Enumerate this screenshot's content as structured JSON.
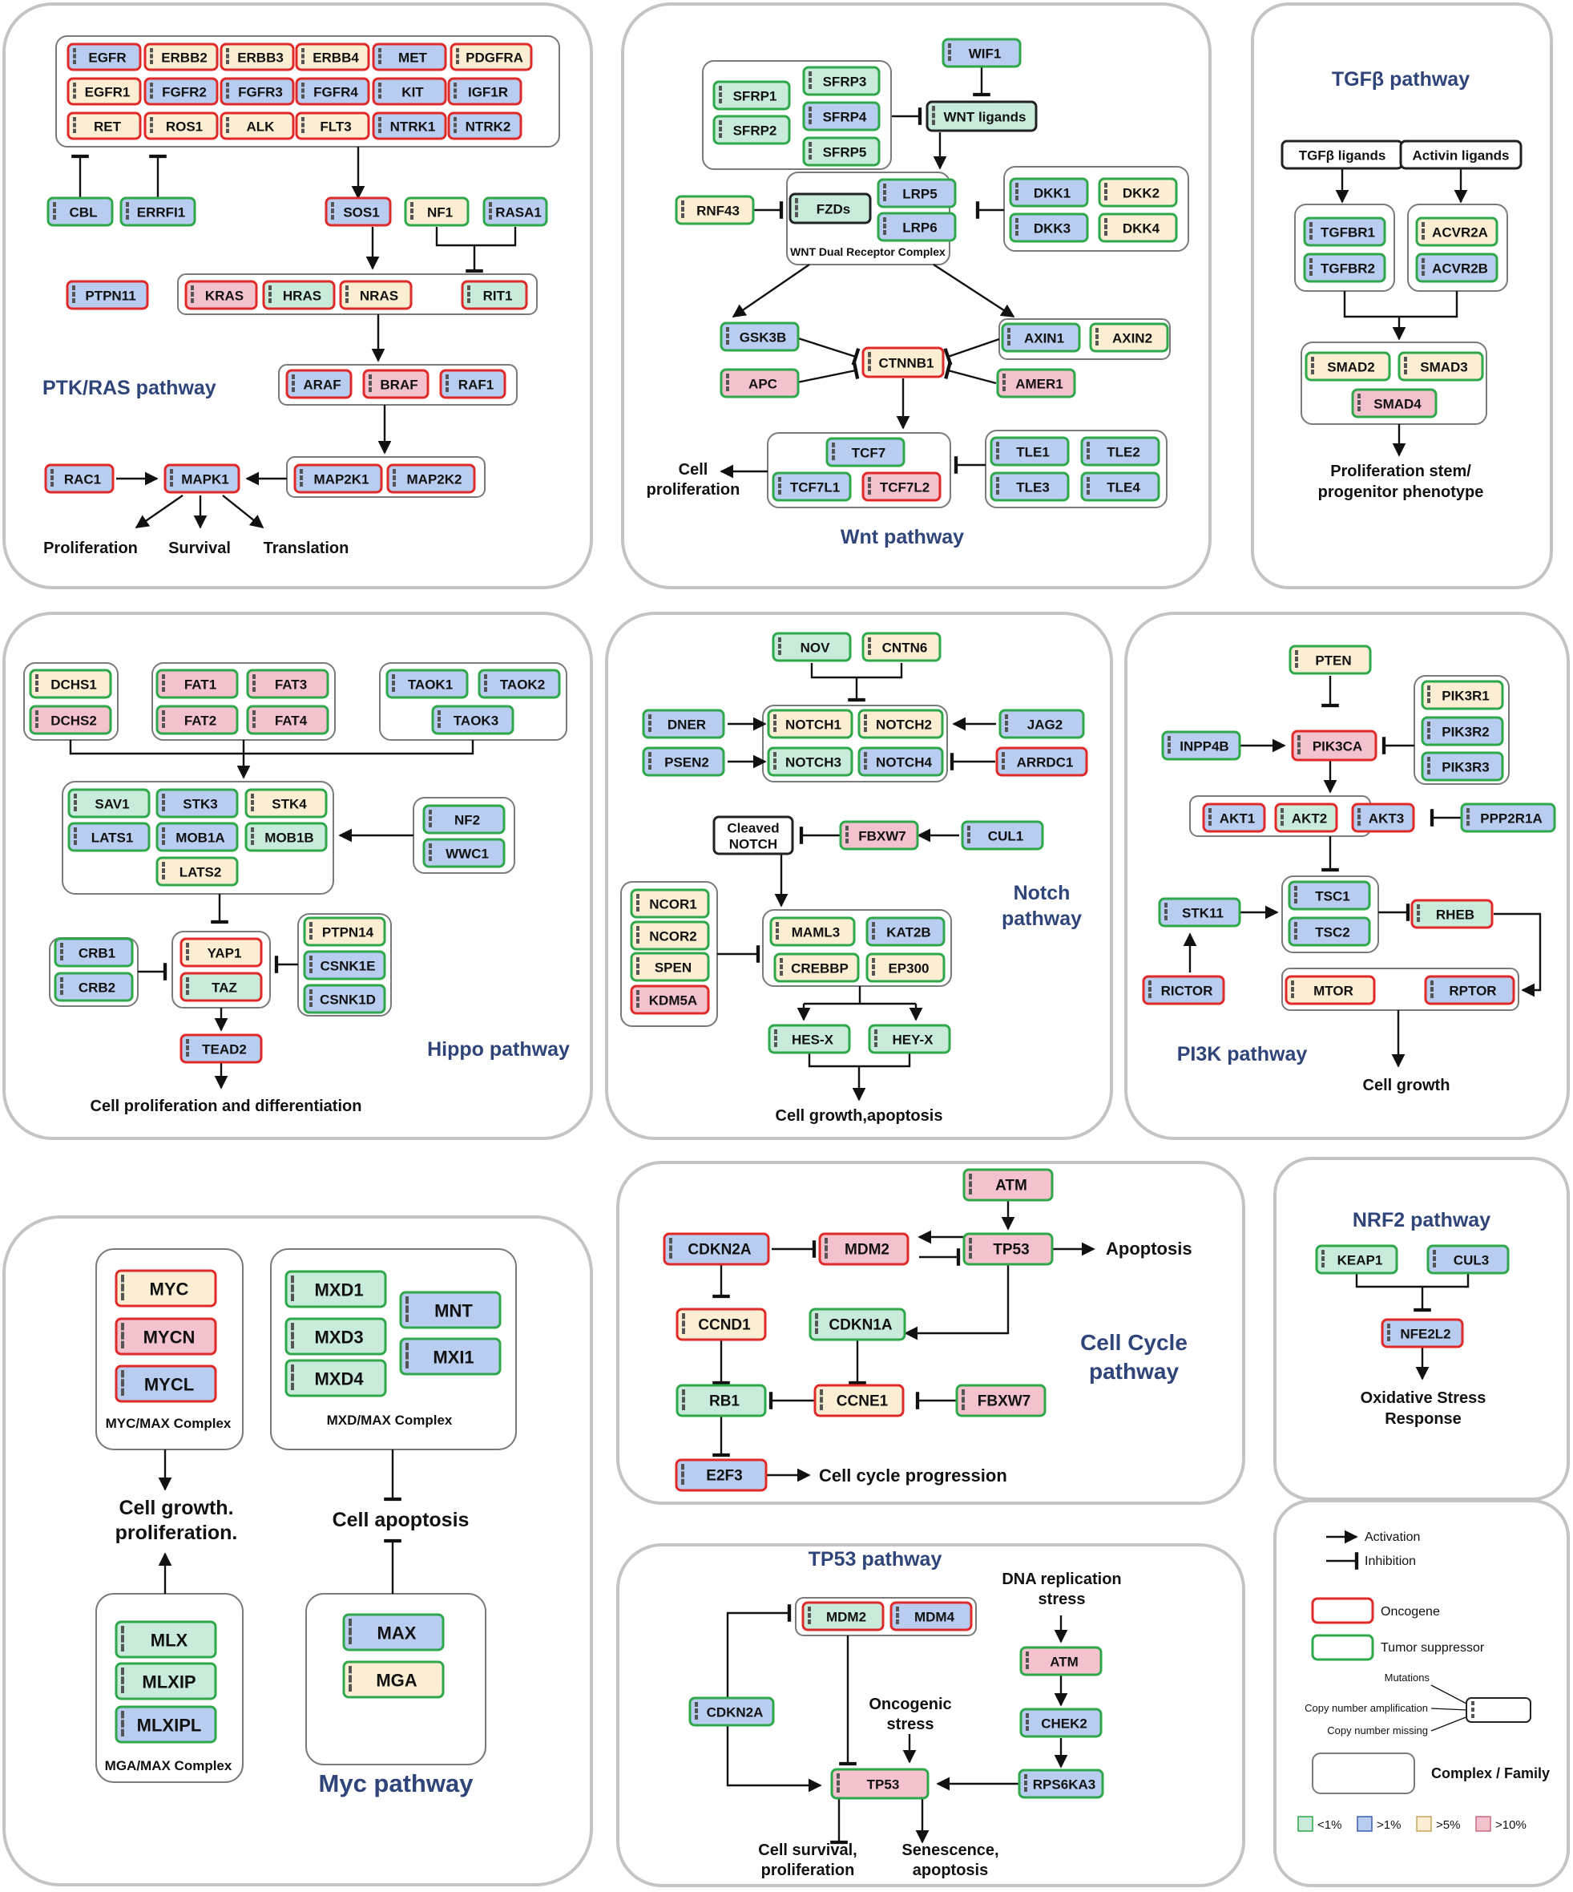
{
  "colors": {
    "oncogene_border": "#e02a2a",
    "suppressor_border": "#2ea84a",
    "neutral_border": "#222222",
    "lt1": "#c8ecd9",
    "gt1": "#b9cdf0",
    "gt5": "#fbeed3",
    "gt10": "#f3c2cd",
    "white": "#ffffff",
    "panel_title": "#2f4478"
  },
  "panels": {
    "ptk": {
      "title": "PTK/RAS pathway",
      "outputs": [
        "Proliferation",
        "Survival",
        "Translation"
      ]
    },
    "wnt": {
      "title": "Wnt pathway",
      "complex_label": "WNT Dual Receptor Complex",
      "output": [
        "Cell",
        "proliferation"
      ]
    },
    "tgfb": {
      "title": "TGFβ pathway",
      "output": [
        "Proliferation stem/",
        "progenitor phenotype"
      ]
    },
    "hippo": {
      "title": "Hippo pathway",
      "output": "Cell proliferation and differentiation"
    },
    "notch": {
      "title": [
        "Notch",
        "pathway"
      ],
      "output": "Cell growth,apoptosis"
    },
    "pi3k": {
      "title": "PI3K pathway",
      "output": "Cell growth"
    },
    "myc": {
      "title": "Myc pathway",
      "complex_labels": [
        "MYC/MAX Complex",
        "MXD/MAX Complex",
        "MGA/MAX Complex"
      ],
      "outputs": [
        "Cell growth.",
        "proliferation.",
        "Cell apoptosis"
      ]
    },
    "cellcycle": {
      "title": [
        "Cell Cycle",
        "pathway"
      ],
      "outputs": [
        "Apoptosis",
        "Cell cycle progression"
      ]
    },
    "nrf2": {
      "title": "NRF2 pathway",
      "output": [
        "Oxidative Stress",
        "Response"
      ]
    },
    "tp53": {
      "title": "TP53 pathway",
      "labels": [
        "DNA replication",
        "stress",
        "Oncogenic",
        "stress",
        "Cell survival,",
        "proliferation",
        "Senescence,",
        "apoptosis"
      ]
    }
  },
  "genes": [
    {
      "id": "EGFR",
      "label": "EGFR",
      "kind": "onco",
      "freq": "gt1"
    },
    {
      "id": "ERBB2",
      "label": "ERBB2",
      "kind": "onco",
      "freq": "gt5"
    },
    {
      "id": "ERBB3",
      "label": "ERBB3",
      "kind": "onco",
      "freq": "gt5"
    },
    {
      "id": "ERBB4",
      "label": "ERBB4",
      "kind": "onco",
      "freq": "gt5"
    },
    {
      "id": "MET",
      "label": "MET",
      "kind": "onco",
      "freq": "gt1"
    },
    {
      "id": "PDGFRA",
      "label": "PDGFRA",
      "kind": "onco",
      "freq": "gt5"
    },
    {
      "id": "EGFR1",
      "label": "EGFR1",
      "kind": "onco",
      "freq": "gt5"
    },
    {
      "id": "FGFR2",
      "label": "FGFR2",
      "kind": "onco",
      "freq": "gt1"
    },
    {
      "id": "FGFR3",
      "label": "FGFR3",
      "kind": "onco",
      "freq": "gt1"
    },
    {
      "id": "FGFR4",
      "label": "FGFR4",
      "kind": "onco",
      "freq": "gt1"
    },
    {
      "id": "KIT",
      "label": "KIT",
      "kind": "onco",
      "freq": "gt1"
    },
    {
      "id": "IGF1R",
      "label": "IGF1R",
      "kind": "onco",
      "freq": "gt1"
    },
    {
      "id": "RET",
      "label": "RET",
      "kind": "onco",
      "freq": "gt5"
    },
    {
      "id": "ROS1",
      "label": "ROS1",
      "kind": "onco",
      "freq": "gt5"
    },
    {
      "id": "ALK",
      "label": "ALK",
      "kind": "onco",
      "freq": "gt5"
    },
    {
      "id": "FLT3",
      "label": "FLT3",
      "kind": "onco",
      "freq": "gt5"
    },
    {
      "id": "NTRK1",
      "label": "NTRK1",
      "kind": "onco",
      "freq": "gt1"
    },
    {
      "id": "NTRK2",
      "label": "NTRK2",
      "kind": "onco",
      "freq": "gt1"
    },
    {
      "id": "CBL",
      "label": "CBL",
      "kind": "supp",
      "freq": "gt1"
    },
    {
      "id": "ERRFI1",
      "label": "ERRFI1",
      "kind": "supp",
      "freq": "gt1"
    },
    {
      "id": "SOS1",
      "label": "SOS1",
      "kind": "onco",
      "freq": "gt1"
    },
    {
      "id": "NF1",
      "label": "NF1",
      "kind": "supp",
      "freq": "gt5"
    },
    {
      "id": "RASA1",
      "label": "RASA1",
      "kind": "supp",
      "freq": "gt1"
    },
    {
      "id": "PTPN11",
      "label": "PTPN11",
      "kind": "onco",
      "freq": "gt1"
    },
    {
      "id": "KRAS",
      "label": "KRAS",
      "kind": "onco",
      "freq": "gt10"
    },
    {
      "id": "HRAS",
      "label": "HRAS",
      "kind": "onco",
      "freq": "lt1"
    },
    {
      "id": "NRAS",
      "label": "NRAS",
      "kind": "onco",
      "freq": "gt5"
    },
    {
      "id": "RIT1",
      "label": "RIT1",
      "kind": "onco",
      "freq": "lt1"
    },
    {
      "id": "ARAF",
      "label": "ARAF",
      "kind": "onco",
      "freq": "gt1"
    },
    {
      "id": "BRAF",
      "label": "BRAF",
      "kind": "onco",
      "freq": "gt10"
    },
    {
      "id": "RAF1",
      "label": "RAF1",
      "kind": "onco",
      "freq": "gt1"
    },
    {
      "id": "RAC1",
      "label": "RAC1",
      "kind": "onco",
      "freq": "gt1"
    },
    {
      "id": "MAPK1",
      "label": "MAPK1",
      "kind": "onco",
      "freq": "gt1"
    },
    {
      "id": "MAP2K1",
      "label": "MAP2K1",
      "kind": "onco",
      "freq": "gt1"
    },
    {
      "id": "MAP2K2",
      "label": "MAP2K2",
      "kind": "onco",
      "freq": "gt1"
    },
    {
      "id": "WIF1",
      "label": "WIF1",
      "kind": "supp",
      "freq": "gt1"
    },
    {
      "id": "SFRP1",
      "label": "SFRP1",
      "kind": "supp",
      "freq": "lt1"
    },
    {
      "id": "SFRP2",
      "label": "SFRP2",
      "kind": "supp",
      "freq": "lt1"
    },
    {
      "id": "SFRP3",
      "label": "SFRP3",
      "kind": "supp",
      "freq": "lt1"
    },
    {
      "id": "SFRP4",
      "label": "SFRP4",
      "kind": "supp",
      "freq": "gt1"
    },
    {
      "id": "SFRP5",
      "label": "SFRP5",
      "kind": "supp",
      "freq": "lt1"
    },
    {
      "id": "WNTL",
      "label": "WNT ligands",
      "kind": "neutral",
      "freq": "lt1"
    },
    {
      "id": "RNF43",
      "label": "RNF43",
      "kind": "supp",
      "freq": "gt5"
    },
    {
      "id": "FZDs",
      "label": "FZDs",
      "kind": "neutral",
      "freq": "lt1"
    },
    {
      "id": "LRP5",
      "label": "LRP5",
      "kind": "supp",
      "freq": "gt1"
    },
    {
      "id": "LRP6",
      "label": "LRP6",
      "kind": "supp",
      "freq": "gt1"
    },
    {
      "id": "DKK1",
      "label": "DKK1",
      "kind": "supp",
      "freq": "gt1"
    },
    {
      "id": "DKK2",
      "label": "DKK2",
      "kind": "supp",
      "freq": "gt5"
    },
    {
      "id": "DKK3",
      "label": "DKK3",
      "kind": "supp",
      "freq": "gt1"
    },
    {
      "id": "DKK4",
      "label": "DKK4",
      "kind": "supp",
      "freq": "gt5"
    },
    {
      "id": "GSK3B",
      "label": "GSK3B",
      "kind": "supp",
      "freq": "gt1"
    },
    {
      "id": "APC",
      "label": "APC",
      "kind": "supp",
      "freq": "gt10"
    },
    {
      "id": "CTNNB1",
      "label": "CTNNB1",
      "kind": "onco",
      "freq": "gt5"
    },
    {
      "id": "AXIN1",
      "label": "AXIN1",
      "kind": "supp",
      "freq": "gt1"
    },
    {
      "id": "AXIN2",
      "label": "AXIN2",
      "kind": "supp",
      "freq": "gt5"
    },
    {
      "id": "AMER1",
      "label": "AMER1",
      "kind": "supp",
      "freq": "gt10"
    },
    {
      "id": "TCF7",
      "label": "TCF7",
      "kind": "supp",
      "freq": "gt1"
    },
    {
      "id": "TCF7L1",
      "label": "TCF7L1",
      "kind": "supp",
      "freq": "gt1"
    },
    {
      "id": "TCF7L2",
      "label": "TCF7L2",
      "kind": "onco",
      "freq": "gt10"
    },
    {
      "id": "TLE1",
      "label": "TLE1",
      "kind": "supp",
      "freq": "gt1"
    },
    {
      "id": "TLE2",
      "label": "TLE2",
      "kind": "supp",
      "freq": "gt1"
    },
    {
      "id": "TLE3",
      "label": "TLE3",
      "kind": "supp",
      "freq": "gt1"
    },
    {
      "id": "TLE4",
      "label": "TLE4",
      "kind": "supp",
      "freq": "gt1"
    },
    {
      "id": "TGFBL",
      "label": "TGFβ  ligands",
      "kind": "neutral",
      "freq": "white"
    },
    {
      "id": "ACTL",
      "label": "Activin ligands",
      "kind": "neutral",
      "freq": "white"
    },
    {
      "id": "TGFBR1",
      "label": "TGFBR1",
      "kind": "supp",
      "freq": "gt1"
    },
    {
      "id": "TGFBR2",
      "label": "TGFBR2",
      "kind": "supp",
      "freq": "gt1"
    },
    {
      "id": "ACVR2A",
      "label": "ACVR2A",
      "kind": "supp",
      "freq": "gt5"
    },
    {
      "id": "ACVR2B",
      "label": "ACVR2B",
      "kind": "supp",
      "freq": "gt1"
    },
    {
      "id": "SMAD2",
      "label": "SMAD2",
      "kind": "supp",
      "freq": "gt5"
    },
    {
      "id": "SMAD3",
      "label": "SMAD3",
      "kind": "supp",
      "freq": "gt5"
    },
    {
      "id": "SMAD4",
      "label": "SMAD4",
      "kind": "supp",
      "freq": "gt10"
    },
    {
      "id": "DCHS1",
      "label": "DCHS1",
      "kind": "supp",
      "freq": "gt5"
    },
    {
      "id": "DCHS2",
      "label": "DCHS2",
      "kind": "supp",
      "freq": "gt10"
    },
    {
      "id": "FAT1",
      "label": "FAT1",
      "kind": "supp",
      "freq": "gt10"
    },
    {
      "id": "FAT3",
      "label": "FAT3",
      "kind": "supp",
      "freq": "gt10"
    },
    {
      "id": "FAT2",
      "label": "FAT2",
      "kind": "supp",
      "freq": "gt10"
    },
    {
      "id": "FAT4",
      "label": "FAT4",
      "kind": "supp",
      "freq": "gt10"
    },
    {
      "id": "TAOK1",
      "label": "TAOK1",
      "kind": "supp",
      "freq": "gt1"
    },
    {
      "id": "TAOK2",
      "label": "TAOK2",
      "kind": "supp",
      "freq": "gt1"
    },
    {
      "id": "TAOK3",
      "label": "TAOK3",
      "kind": "supp",
      "freq": "gt1"
    },
    {
      "id": "SAV1",
      "label": "SAV1",
      "kind": "supp",
      "freq": "lt1"
    },
    {
      "id": "STK3",
      "label": "STK3",
      "kind": "supp",
      "freq": "gt1"
    },
    {
      "id": "STK4",
      "label": "STK4",
      "kind": "supp",
      "freq": "gt5"
    },
    {
      "id": "LATS1",
      "label": "LATS1",
      "kind": "supp",
      "freq": "gt1"
    },
    {
      "id": "MOB1A",
      "label": "MOB1A",
      "kind": "supp",
      "freq": "gt1"
    },
    {
      "id": "MOB1B",
      "label": "MOB1B",
      "kind": "supp",
      "freq": "lt1"
    },
    {
      "id": "LATS2",
      "label": "LATS2",
      "kind": "supp",
      "freq": "gt5"
    },
    {
      "id": "NF2",
      "label": "NF2",
      "kind": "supp",
      "freq": "gt1"
    },
    {
      "id": "WWC1",
      "label": "WWC1",
      "kind": "supp",
      "freq": "gt1"
    },
    {
      "id": "CRB1",
      "label": "CRB1",
      "kind": "supp",
      "freq": "gt1"
    },
    {
      "id": "CRB2",
      "label": "CRB2",
      "kind": "supp",
      "freq": "gt1"
    },
    {
      "id": "YAP1",
      "label": "YAP1",
      "kind": "onco",
      "freq": "gt5"
    },
    {
      "id": "TAZ",
      "label": "TAZ",
      "kind": "onco",
      "freq": "lt1"
    },
    {
      "id": "PTPN14",
      "label": "PTPN14",
      "kind": "supp",
      "freq": "gt5"
    },
    {
      "id": "CSNK1E",
      "label": "CSNK1E",
      "kind": "supp",
      "freq": "gt1"
    },
    {
      "id": "CSNK1D",
      "label": "CSNK1D",
      "kind": "supp",
      "freq": "gt1"
    },
    {
      "id": "TEAD2",
      "label": "TEAD2",
      "kind": "onco",
      "freq": "gt1"
    },
    {
      "id": "NOV",
      "label": "NOV",
      "kind": "supp",
      "freq": "lt1"
    },
    {
      "id": "CNTN6",
      "label": "CNTN6",
      "kind": "supp",
      "freq": "gt5"
    },
    {
      "id": "DNER",
      "label": "DNER",
      "kind": "supp",
      "freq": "gt1"
    },
    {
      "id": "PSEN2",
      "label": "PSEN2",
      "kind": "supp",
      "freq": "gt1"
    },
    {
      "id": "NOTCH1",
      "label": "NOTCH1",
      "kind": "supp",
      "freq": "gt5"
    },
    {
      "id": "NOTCH2",
      "label": "NOTCH2",
      "kind": "supp",
      "freq": "gt5"
    },
    {
      "id": "NOTCH3",
      "label": "NOTCH3",
      "kind": "supp",
      "freq": "lt1"
    },
    {
      "id": "NOTCH4",
      "label": "NOTCH4",
      "kind": "supp",
      "freq": "gt1"
    },
    {
      "id": "JAG2",
      "label": "JAG2",
      "kind": "supp",
      "freq": "gt1"
    },
    {
      "id": "ARRDC1",
      "label": "ARRDC1",
      "kind": "onco",
      "freq": "gt1"
    },
    {
      "id": "CLEAVED",
      "label": "Cleaved NOTCH",
      "kind": "neutral",
      "freq": "white"
    },
    {
      "id": "FBXW7n",
      "label": "FBXW7",
      "kind": "supp",
      "freq": "gt10"
    },
    {
      "id": "CUL1",
      "label": "CUL1",
      "kind": "supp",
      "freq": "gt1"
    },
    {
      "id": "NCOR1",
      "label": "NCOR1",
      "kind": "supp",
      "freq": "gt5"
    },
    {
      "id": "NCOR2",
      "label": "NCOR2",
      "kind": "supp",
      "freq": "gt5"
    },
    {
      "id": "SPEN",
      "label": "SPEN",
      "kind": "supp",
      "freq": "gt5"
    },
    {
      "id": "KDM5A",
      "label": "KDM5A",
      "kind": "onco",
      "freq": "gt10"
    },
    {
      "id": "MAML3",
      "label": "MAML3",
      "kind": "supp",
      "freq": "gt5"
    },
    {
      "id": "KAT2B",
      "label": "KAT2B",
      "kind": "supp",
      "freq": "gt1"
    },
    {
      "id": "CREBBP",
      "label": "CREBBP",
      "kind": "supp",
      "freq": "gt5"
    },
    {
      "id": "EP300",
      "label": "EP300",
      "kind": "supp",
      "freq": "gt5"
    },
    {
      "id": "HESX",
      "label": "HES-X",
      "kind": "supp",
      "freq": "lt1"
    },
    {
      "id": "HEYX",
      "label": "HEY-X",
      "kind": "supp",
      "freq": "lt1"
    },
    {
      "id": "PTEN",
      "label": "PTEN",
      "kind": "supp",
      "freq": "gt5"
    },
    {
      "id": "INPP4B",
      "label": "INPP4B",
      "kind": "supp",
      "freq": "gt1"
    },
    {
      "id": "PIK3CA",
      "label": "PIK3CA",
      "kind": "onco",
      "freq": "gt10"
    },
    {
      "id": "PIK3R1",
      "label": "PIK3R1",
      "kind": "supp",
      "freq": "gt5"
    },
    {
      "id": "PIK3R2",
      "label": "PIK3R2",
      "kind": "supp",
      "freq": "gt1"
    },
    {
      "id": "PIK3R3",
      "label": "PIK3R3",
      "kind": "supp",
      "freq": "gt1"
    },
    {
      "id": "AKT1",
      "label": "AKT1",
      "kind": "onco",
      "freq": "gt1"
    },
    {
      "id": "AKT2",
      "label": "AKT2",
      "kind": "onco",
      "freq": "lt1"
    },
    {
      "id": "AKT3",
      "label": "AKT3",
      "kind": "onco",
      "freq": "gt1"
    },
    {
      "id": "PPP2R1A",
      "label": "PPP2R1A",
      "kind": "supp",
      "freq": "gt1"
    },
    {
      "id": "STK11",
      "label": "STK11",
      "kind": "supp",
      "freq": "gt1"
    },
    {
      "id": "TSC1",
      "label": "TSC1",
      "kind": "supp",
      "freq": "gt1"
    },
    {
      "id": "TSC2",
      "label": "TSC2",
      "kind": "supp",
      "freq": "gt1"
    },
    {
      "id": "RHEB",
      "label": "RHEB",
      "kind": "onco",
      "freq": "lt1"
    },
    {
      "id": "RICTOR",
      "label": "RICTOR",
      "kind": "onco",
      "freq": "gt1"
    },
    {
      "id": "MTOR",
      "label": "MTOR",
      "kind": "onco",
      "freq": "gt5"
    },
    {
      "id": "RPTOR",
      "label": "RPTOR",
      "kind": "onco",
      "freq": "gt1"
    },
    {
      "id": "MYC",
      "label": "MYC",
      "kind": "onco",
      "freq": "gt5"
    },
    {
      "id": "MYCN",
      "label": "MYCN",
      "kind": "onco",
      "freq": "gt10"
    },
    {
      "id": "MYCL",
      "label": "MYCL",
      "kind": "onco",
      "freq": "gt1"
    },
    {
      "id": "MXD1",
      "label": "MXD1",
      "kind": "supp",
      "freq": "lt1"
    },
    {
      "id": "MXD3",
      "label": "MXD3",
      "kind": "supp",
      "freq": "lt1"
    },
    {
      "id": "MXD4",
      "label": "MXD4",
      "kind": "supp",
      "freq": "lt1"
    },
    {
      "id": "MNT",
      "label": "MNT",
      "kind": "supp",
      "freq": "gt1"
    },
    {
      "id": "MXI1",
      "label": "MXI1",
      "kind": "supp",
      "freq": "gt1"
    },
    {
      "id": "MLX",
      "label": "MLX",
      "kind": "supp",
      "freq": "lt1"
    },
    {
      "id": "MLXIP",
      "label": "MLXIP",
      "kind": "supp",
      "freq": "lt1"
    },
    {
      "id": "MLXIPL",
      "label": "MLXIPL",
      "kind": "supp",
      "freq": "gt1"
    },
    {
      "id": "MAX",
      "label": "MAX",
      "kind": "supp",
      "freq": "gt1"
    },
    {
      "id": "MGA",
      "label": "MGA",
      "kind": "supp",
      "freq": "gt5"
    },
    {
      "id": "ATMc",
      "label": "ATM",
      "kind": "supp",
      "freq": "gt10"
    },
    {
      "id": "CDKN2Ac",
      "label": "CDKN2A",
      "kind": "onco",
      "freq": "gt1"
    },
    {
      "id": "MDM2c",
      "label": "MDM2",
      "kind": "onco",
      "freq": "gt10"
    },
    {
      "id": "TP53c",
      "label": "TP53",
      "kind": "supp",
      "freq": "gt10"
    },
    {
      "id": "CCND1",
      "label": "CCND1",
      "kind": "onco",
      "freq": "gt5"
    },
    {
      "id": "CDKN1A",
      "label": "CDKN1A",
      "kind": "supp",
      "freq": "lt1"
    },
    {
      "id": "RB1",
      "label": "RB1",
      "kind": "supp",
      "freq": "lt1"
    },
    {
      "id": "CCNE1",
      "label": "CCNE1",
      "kind": "onco",
      "freq": "gt5"
    },
    {
      "id": "FBXW7c",
      "label": "FBXW7",
      "kind": "supp",
      "freq": "gt10"
    },
    {
      "id": "E2F3",
      "label": "E2F3",
      "kind": "onco",
      "freq": "gt1"
    },
    {
      "id": "KEAP1",
      "label": "KEAP1",
      "kind": "supp",
      "freq": "lt1"
    },
    {
      "id": "CUL3",
      "label": "CUL3",
      "kind": "supp",
      "freq": "gt1"
    },
    {
      "id": "NFE2L2",
      "label": "NFE2L2",
      "kind": "onco",
      "freq": "gt1"
    },
    {
      "id": "MDM2t",
      "label": "MDM2",
      "kind": "onco",
      "freq": "lt1"
    },
    {
      "id": "MDM4",
      "label": "MDM4",
      "kind": "onco",
      "freq": "gt1"
    },
    {
      "id": "CDKN2At",
      "label": "CDKN2A",
      "kind": "supp",
      "freq": "gt1"
    },
    {
      "id": "TP53t",
      "label": "TP53",
      "kind": "supp",
      "freq": "gt10"
    },
    {
      "id": "ATMt",
      "label": "ATM",
      "kind": "supp",
      "freq": "gt10"
    },
    {
      "id": "CHEK2",
      "label": "CHEK2",
      "kind": "supp",
      "freq": "gt1"
    },
    {
      "id": "RPS6KA3",
      "label": "RPS6KA3",
      "kind": "supp",
      "freq": "gt1"
    }
  ],
  "legend": {
    "activation": "Activation",
    "inhibition": "Inhibition",
    "oncogene": "Oncogene",
    "suppressor": "Tumor suppressor",
    "mutations": "Mutations",
    "cna": "Copy number amplification",
    "cnm": "Copy number missing",
    "complex": "Complex / Family",
    "freq_labels": [
      "<1%",
      ">1%",
      ">5%",
      ">10%"
    ]
  }
}
